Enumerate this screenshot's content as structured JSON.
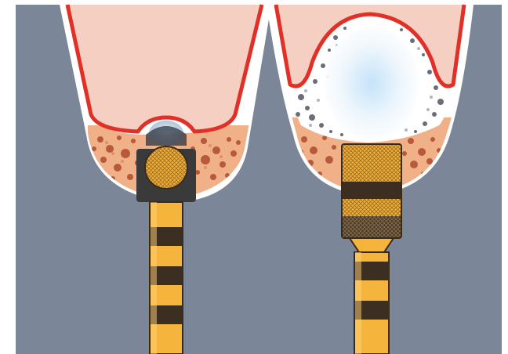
{
  "figure": {
    "panels": [
      {
        "id": "left",
        "instrument": "round-ball-bur"
      },
      {
        "id": "right",
        "instrument": "cylindrical-bur"
      }
    ],
    "colors": {
      "background": "#7b8699",
      "gingiva": "#f5cfc2",
      "gingiva_margin": "#e03028",
      "tissue_outline": "#ffffff",
      "bone": "#f0b088",
      "bone_spots": "#b85a3a",
      "bur_gold": "#f5b43c",
      "bur_dark": "#3c2e20",
      "bur_collar": "#3a3a3a",
      "highlight": "#cfe6f7"
    }
  }
}
